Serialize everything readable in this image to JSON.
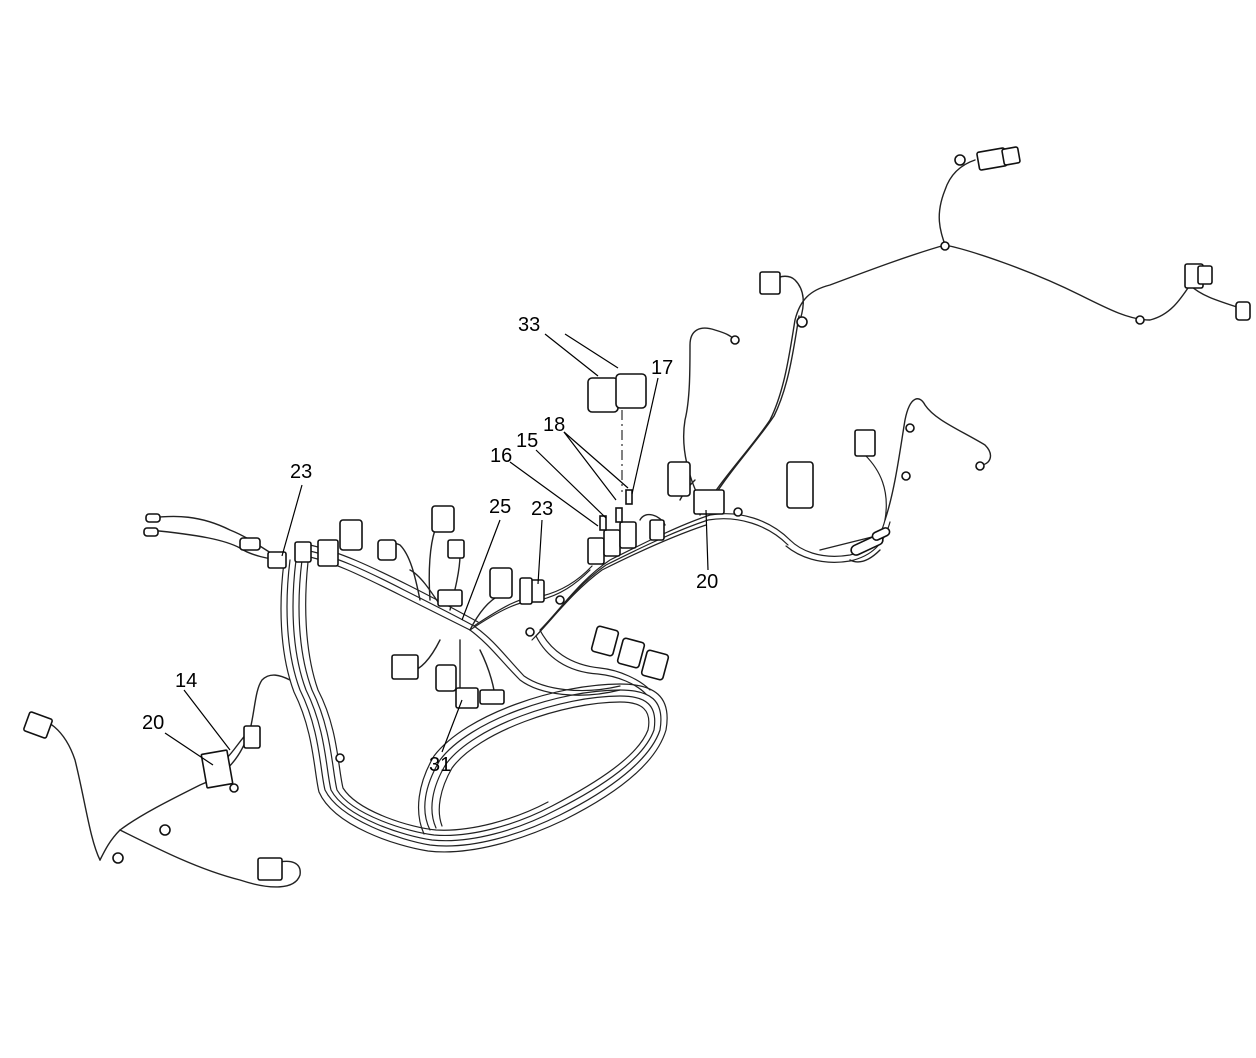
{
  "diagram": {
    "callouts": {
      "c33": "33",
      "c17": "17",
      "c18": "18",
      "c15": "15",
      "c16": "16",
      "c25": "25",
      "c23a": "23",
      "c23b": "23",
      "c20a": "20",
      "c20b": "20",
      "c14": "14",
      "c31": "31"
    }
  }
}
